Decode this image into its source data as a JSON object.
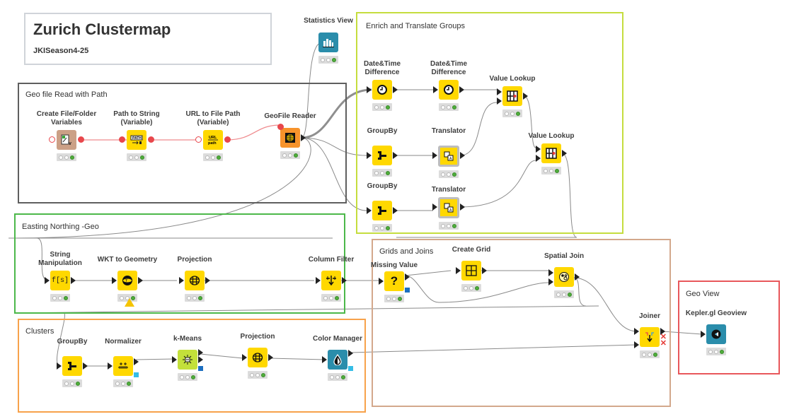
{
  "workflow": {
    "title": "Zurich Clustermap",
    "subtitle": "JKISeason4-25"
  },
  "colors": {
    "node_yellow": "#ffd800",
    "node_brown": "#cba086",
    "node_orange": "#f7932b",
    "node_teal": "#2a8dab",
    "node_lime": "#c3e03a",
    "node_gray": "#bdbdbd",
    "status_green": "#4fae3b",
    "variable_red": "#e8474c"
  },
  "annotations": {
    "geo_read": {
      "title": "Geo file Read with Path",
      "border": "#5f5f5f"
    },
    "enrich": {
      "title": "Enrich and Translate Groups",
      "border": "#c5dd3e"
    },
    "easting": {
      "title": "Easting Northing -Geo",
      "border": "#4cb84a"
    },
    "grids": {
      "title": "Grids and Joins",
      "border": "#d3a88c"
    },
    "clusters": {
      "title": "Clusters",
      "border": "#f7a24b"
    },
    "geoview": {
      "title": "Geo View",
      "border": "#e8575b"
    }
  },
  "nodes": {
    "create_file": {
      "label": "Create File/Folder\nVariables",
      "status": "executed",
      "icon": "file-variables-icon"
    },
    "path_to_string": {
      "label": "Path to String\n(Variable)",
      "status": "executed",
      "icon": "path-to-string-icon"
    },
    "url_to_path": {
      "label": "URL to File Path\n(Variable)",
      "status": "executed",
      "icon": "url-path-icon"
    },
    "geofile_reader": {
      "label": "GeoFile Reader",
      "status": "executed",
      "icon": "globe-reader-icon"
    },
    "statistics_view": {
      "label": "Statistics View",
      "status": "executed",
      "icon": "bar-chart-icon"
    },
    "datetime_diff_1": {
      "label": "Date&Time\nDifference",
      "status": "executed",
      "icon": "clock-icon"
    },
    "datetime_diff_2": {
      "label": "Date&Time\nDifference",
      "status": "executed",
      "icon": "clock-icon"
    },
    "value_lookup_1": {
      "label": "Value Lookup",
      "status": "executed",
      "icon": "table-lookup-icon"
    },
    "value_lookup_2": {
      "label": "Value Lookup",
      "status": "executed",
      "icon": "table-lookup-icon"
    },
    "groupby_1": {
      "label": "GroupBy",
      "status": "executed",
      "icon": "groupby-icon"
    },
    "translator_1": {
      "label": "Translator",
      "status": "executed",
      "icon": "translate-icon"
    },
    "groupby_2": {
      "label": "GroupBy",
      "status": "executed",
      "icon": "groupby-icon"
    },
    "translator_2": {
      "label": "Translator",
      "status": "executed",
      "icon": "translate-icon"
    },
    "string_manip": {
      "label": "String\nManipulation",
      "status": "executed",
      "icon": "function-icon",
      "icon_text": "f[s]"
    },
    "wkt_to_geom": {
      "label": "WKT to Geometry",
      "status": "executed-warning",
      "icon": "wkt-geometry-icon"
    },
    "projection_1": {
      "label": "Projection",
      "status": "executed",
      "icon": "projection-grid-icon"
    },
    "column_filter": {
      "label": "Column Filter",
      "status": "executed",
      "icon": "column-filter-icon"
    },
    "missing_value": {
      "label": "Missing Value",
      "status": "executed",
      "icon": "question-icon",
      "icon_text": "?"
    },
    "create_grid": {
      "label": "Create Grid",
      "status": "executed",
      "icon": "grid-icon"
    },
    "spatial_join": {
      "label": "Spatial Join",
      "status": "executed",
      "icon": "spatial-join-icon"
    },
    "joiner": {
      "label": "Joiner",
      "status": "executed",
      "icon": "joiner-icon"
    },
    "groupby_3": {
      "label": "GroupBy",
      "status": "executed",
      "icon": "groupby-icon"
    },
    "normalizer": {
      "label": "Normalizer",
      "status": "executed",
      "icon": "normalizer-icon"
    },
    "kmeans": {
      "label": "k-Means",
      "status": "executed",
      "icon": "kmeans-icon"
    },
    "projection_2": {
      "label": "Projection",
      "status": "executed",
      "icon": "projection-grid-icon"
    },
    "color_manager": {
      "label": "Color Manager",
      "status": "executed",
      "icon": "color-drop-icon"
    },
    "kepler": {
      "label": "Kepler.gl Geoview",
      "status": "executed",
      "icon": "kepler-icon"
    }
  }
}
